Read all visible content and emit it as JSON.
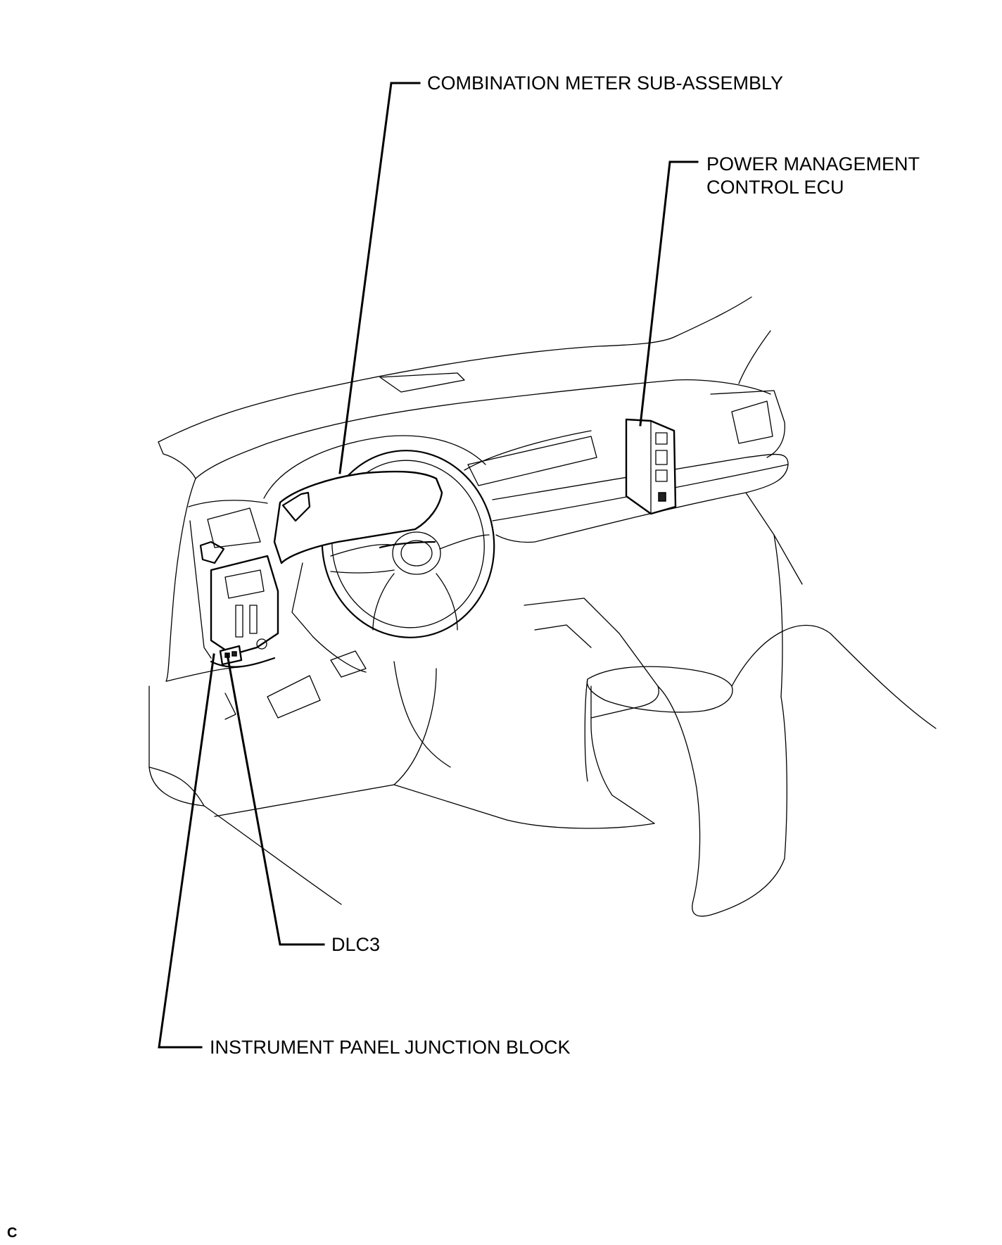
{
  "diagram": {
    "callouts": {
      "combination_meter": "COMBINATION METER SUB-ASSEMBLY",
      "power_management_line1": "POWER MANAGEMENT",
      "power_management_line2": "CONTROL ECU",
      "dlc3": "DLC3",
      "instrument_panel_jb": "INSTRUMENT PANEL JUNCTION BLOCK"
    },
    "figure_code": "C"
  }
}
